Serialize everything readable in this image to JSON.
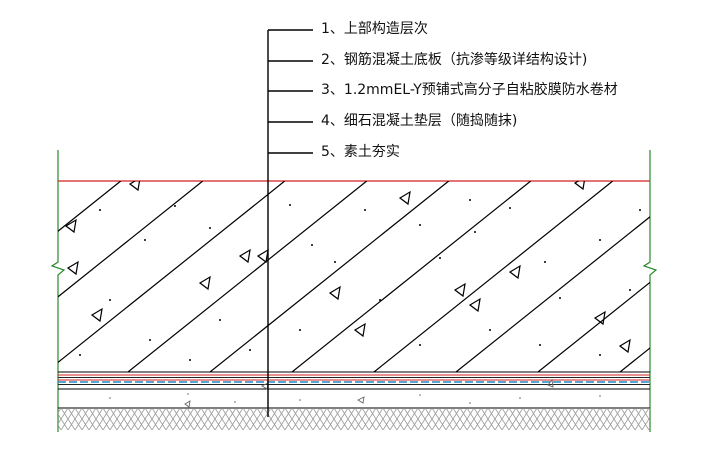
{
  "labels": [
    "1、上部构造层次",
    "2、钢筋混凝土底板（抗渗等级详结构设计)",
    "3、1.2mmEL-Y预铺式高分子自粘胶膜防水卷材",
    "4、细石混凝土垫层（随捣随抹)",
    "5、素土夯实"
  ],
  "colors": {
    "line": "#000000",
    "edge_green": "#2a8a2a",
    "top_red": "#d02020",
    "membrane_blue": "#1e88c8",
    "membrane_red": "#d02020",
    "hatch_gray": "#9a9a9a"
  }
}
